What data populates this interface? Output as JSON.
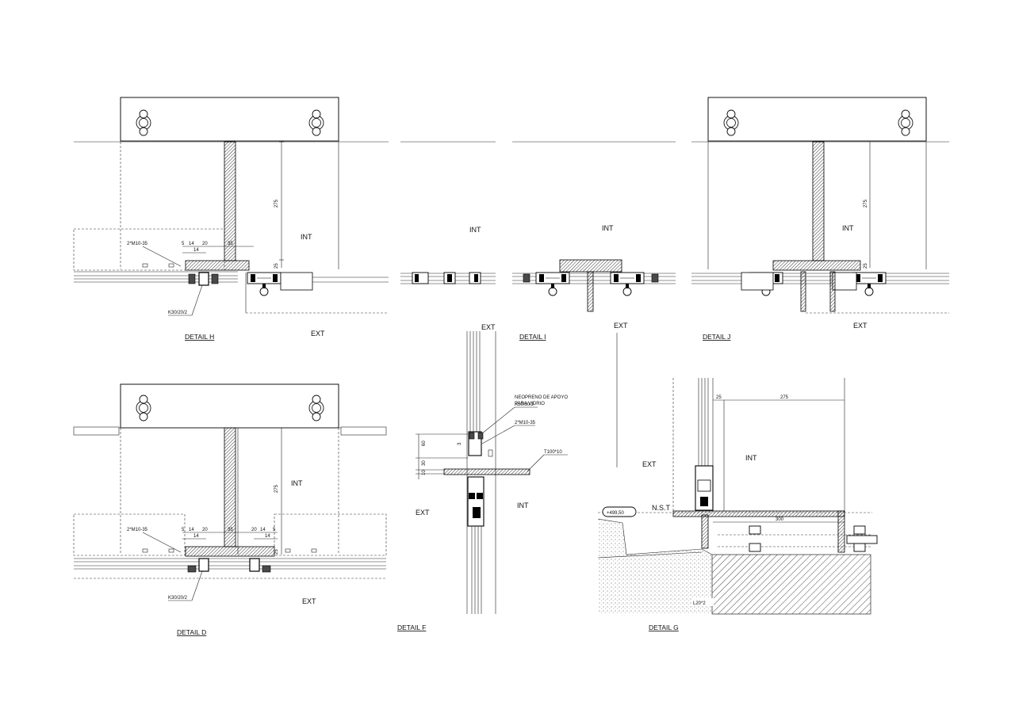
{
  "details": {
    "h": {
      "title": "DETAIL H",
      "int": "INT",
      "ext": "EXT",
      "bolt": "2*M10-35",
      "profile": "K30/20/2",
      "dims": [
        "5",
        "14",
        "20",
        "14",
        "35",
        "275",
        "25"
      ]
    },
    "i": {
      "title": "DETAIL I",
      "int": "INT",
      "ext": "EXT"
    },
    "j": {
      "title": "DETAIL J",
      "int": "INT",
      "ext": "EXT",
      "dims": [
        "275",
        "25"
      ]
    },
    "d": {
      "title": "DETAIL D",
      "int": "INT",
      "ext": "EXT",
      "bolt": "2*M10-35",
      "profile": "K30/20/2",
      "dims": [
        "5",
        "14",
        "20",
        "14",
        "35",
        "20",
        "14",
        "5",
        "14",
        "275",
        "25"
      ]
    },
    "f": {
      "title": "DETAIL F",
      "int": "INT",
      "ext_top": "EXT",
      "ext_left": "EXT",
      "profile": "K50/30/2",
      "neoprene_1": "NEOPRENO DE APOYO",
      "neoprene_2": "PARA VIDRIO",
      "bolt": "2*M10-35",
      "plate": "T100*10",
      "dims": [
        "60",
        "30",
        "10",
        "3"
      ]
    },
    "g": {
      "title": "DETAIL G",
      "int": "INT",
      "ext": "EXT",
      "level": "+499,50",
      "nst": "N.S.T",
      "angle": "L20*2",
      "dims": [
        "25",
        "275",
        "300"
      ]
    }
  }
}
